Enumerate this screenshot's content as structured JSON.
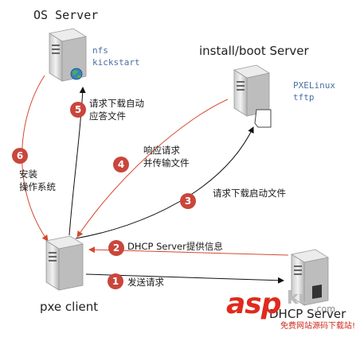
{
  "nodes": {
    "os_server": {
      "title": "OS Server",
      "services": [
        "nfs",
        "kickstart"
      ]
    },
    "install_server": {
      "title": "install/boot Server",
      "services": [
        "PXELinux",
        "tftp"
      ]
    },
    "pxe_client": {
      "title": "pxe client"
    },
    "dhcp_server": {
      "title": "DHCP Server"
    }
  },
  "steps": [
    {
      "num": "1",
      "text": "发送请求"
    },
    {
      "num": "2",
      "text": "DHCP Server提供信息"
    },
    {
      "num": "3",
      "text": "请求下载启动文件"
    },
    {
      "num": "4",
      "lines": [
        "响应请求",
        "并传输文件"
      ]
    },
    {
      "num": "5",
      "lines": [
        "请求下载自动",
        "应答文件"
      ]
    },
    {
      "num": "6",
      "lines": [
        "安装",
        "操作系统"
      ]
    }
  ],
  "watermark": {
    "brand": "asp",
    "suffix": "ku",
    "domain": ".com",
    "slogan": "免费网站源码下载站!"
  },
  "colors": {
    "request_arrow": "#111111",
    "response_arrow": "#d4492f",
    "step_badge": "#c9463c",
    "service_text": "#4a6fa5"
  }
}
